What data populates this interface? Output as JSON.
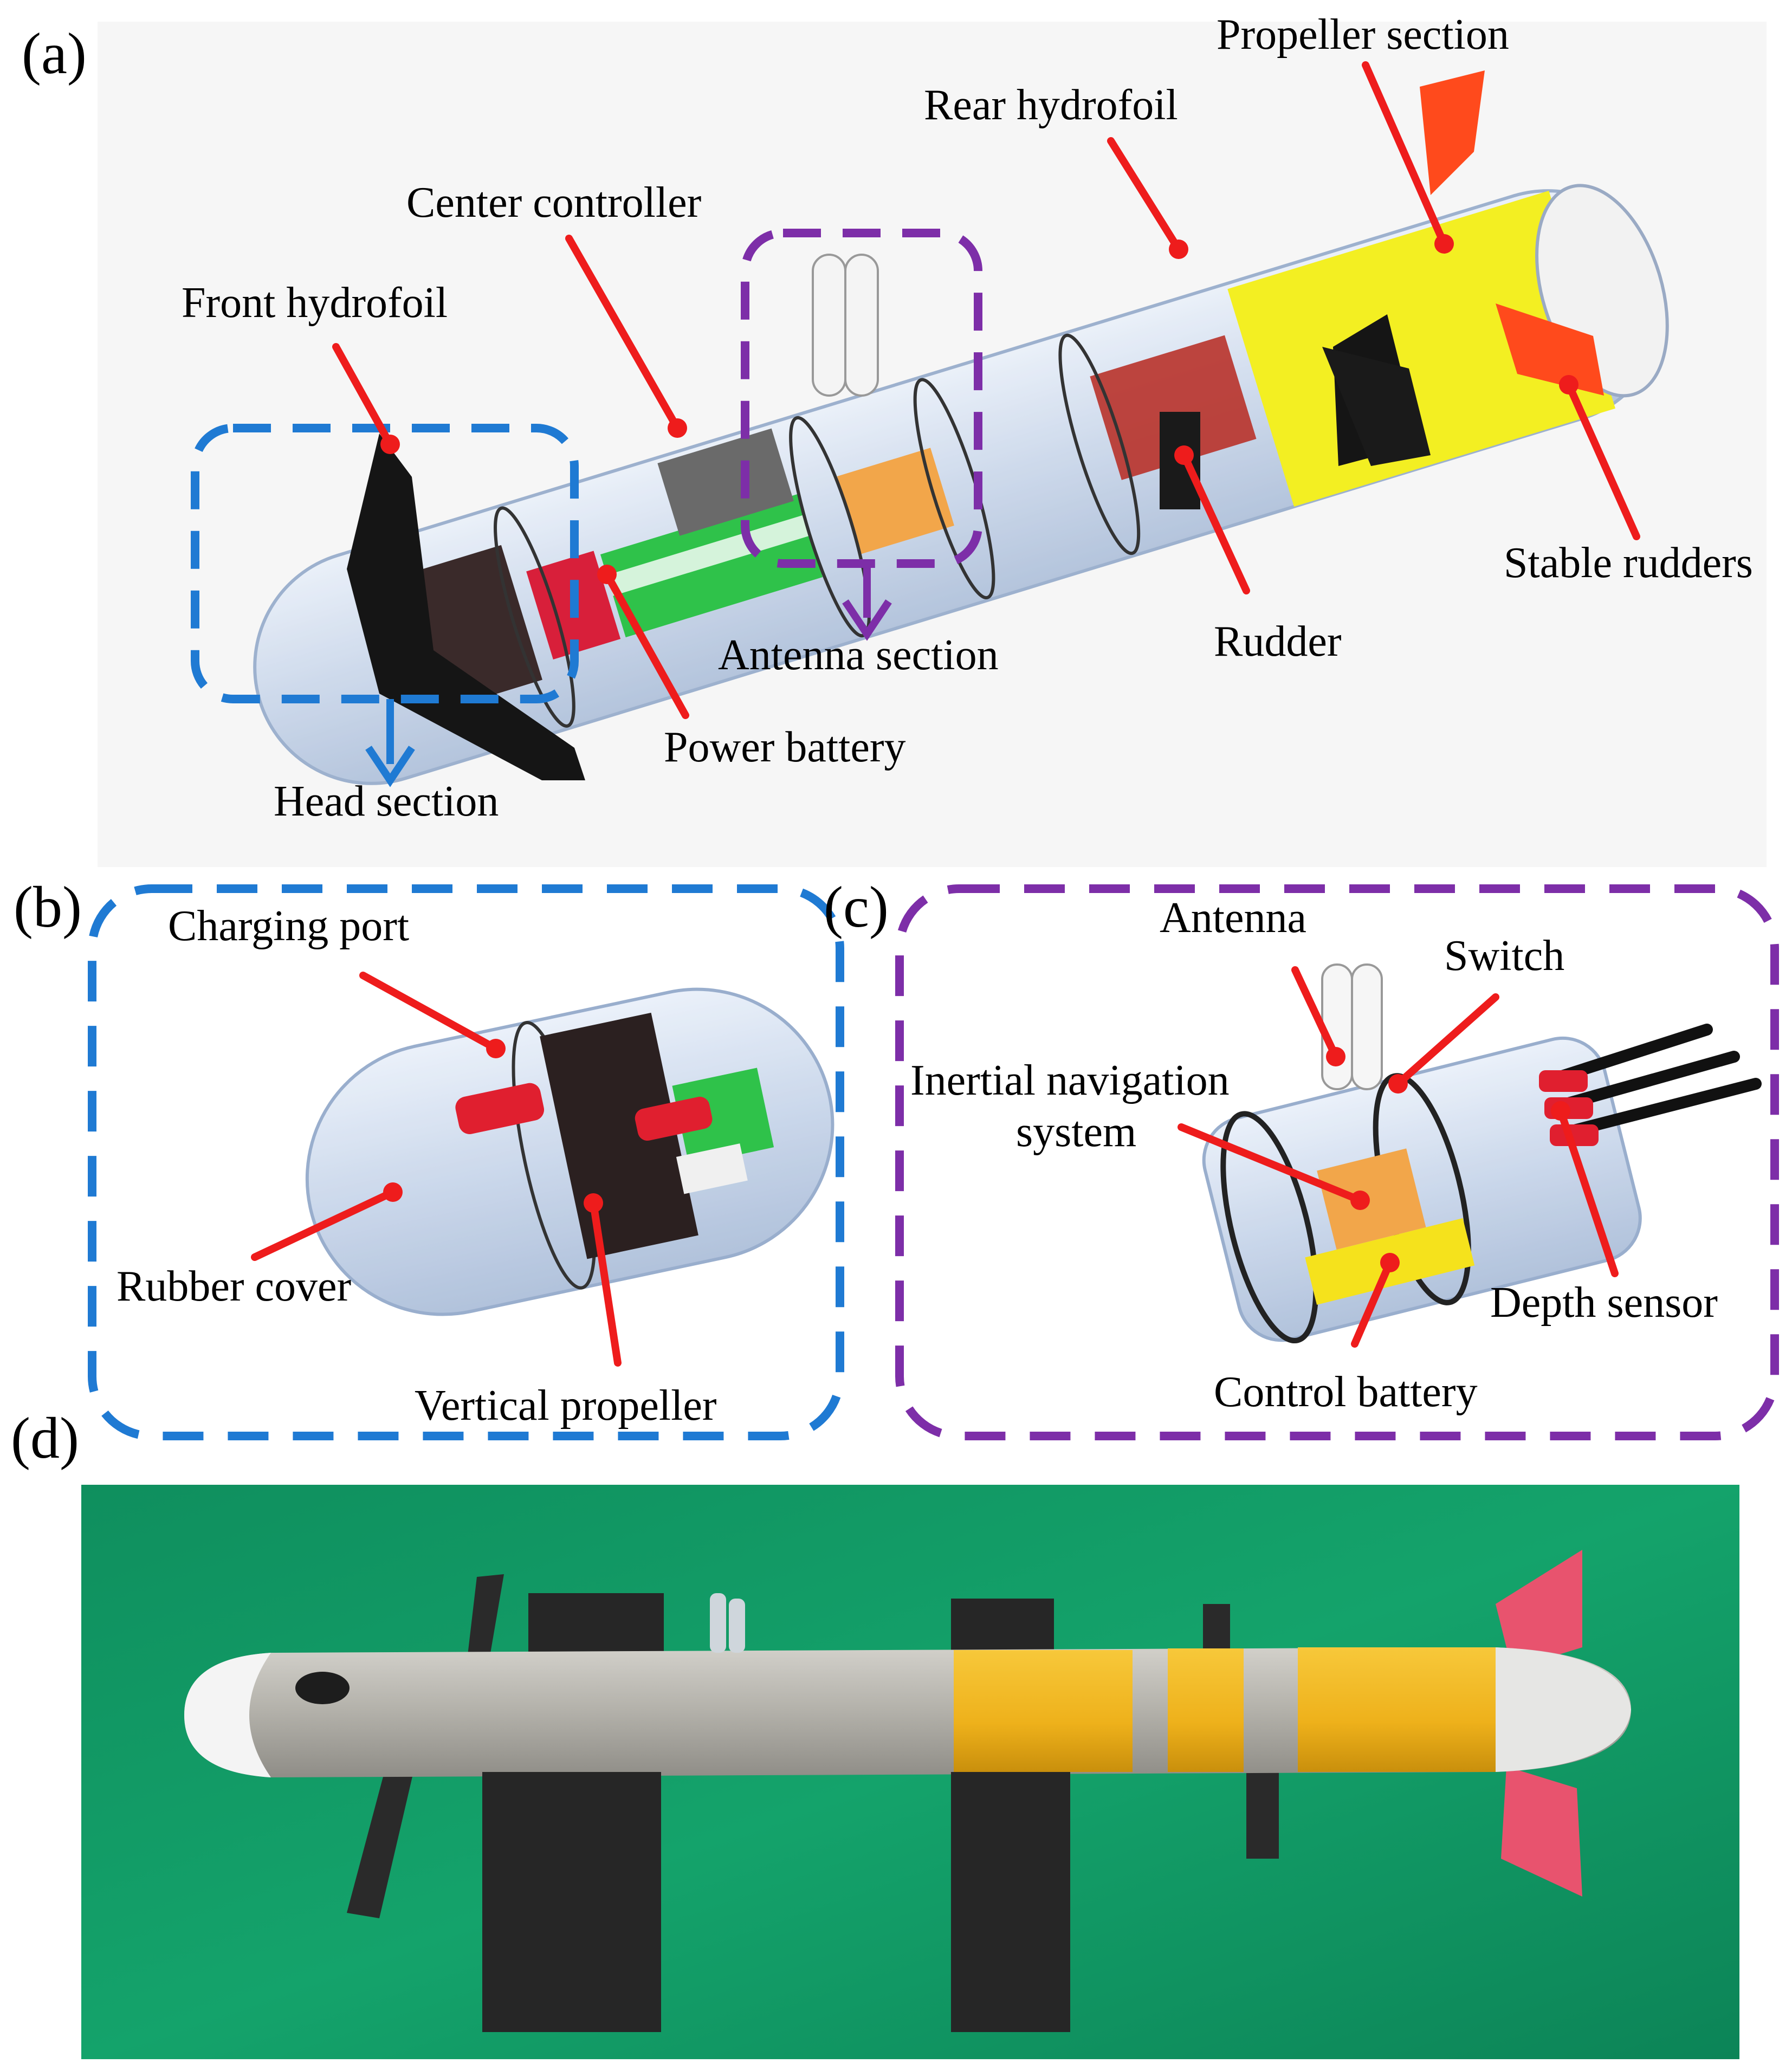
{
  "panels": {
    "a": {
      "letter": "(a)",
      "labels": {
        "propeller_section": "Propeller section",
        "rear_hydrofoil": "Rear hydrofoil",
        "center_controller": "Center controller",
        "front_hydrofoil": "Front hydrofoil",
        "stable_rudders": "Stable rudders",
        "antenna_section": "Antenna section",
        "rudder": "Rudder",
        "power_battery": "Power battery",
        "head_section": "Head section"
      }
    },
    "b": {
      "letter": "(b)",
      "labels": {
        "charging_port": "Charging port",
        "rubber_cover": "Rubber cover",
        "vertical_propeller": "Vertical propeller"
      }
    },
    "c": {
      "letter": "(c)",
      "labels": {
        "antenna": "Antenna",
        "switch": "Switch",
        "inertial_navigation_line1": "Inertial navigation",
        "inertial_navigation_line2": "system",
        "depth_sensor": "Depth sensor",
        "control_battery": "Control battery"
      }
    },
    "d": {
      "letter": "(d)"
    }
  },
  "colors": {
    "pointer": "#ee1c1c",
    "head_box": "#1f7ad3",
    "antenna_box": "#7d2ea8",
    "hull_glass": "#cfdcee",
    "propeller_yellow": "#f5f11a",
    "rudder_orange": "#ff4a1c",
    "photo_floor": "#0f9b64",
    "photo_hull": "#b4b2ac",
    "photo_yellow": "#f0b51e",
    "photo_fin": "#e8536e"
  }
}
